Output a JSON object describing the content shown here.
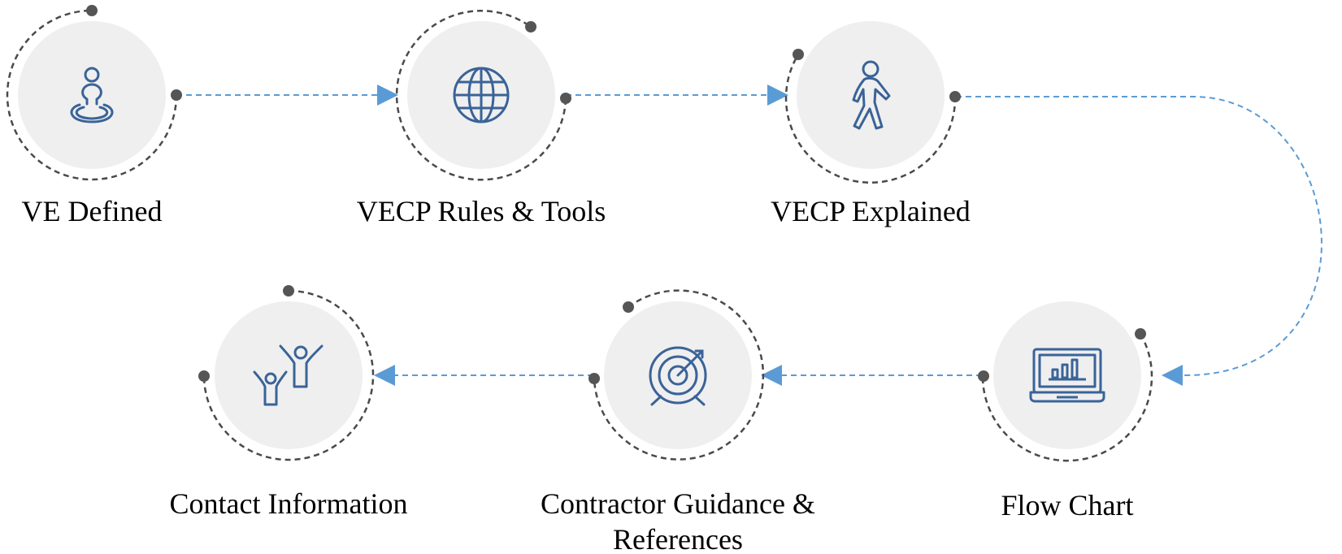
{
  "diagram": {
    "colors": {
      "circle_fill": "#efefef",
      "ring_stroke": "#4a4a4a",
      "node_dot": "#555555",
      "connector": "#5b9bd5",
      "icon_stroke": "#3a6398"
    },
    "steps": [
      {
        "id": "ve-defined",
        "label": "VE Defined",
        "label_lines": [
          "VE Defined"
        ],
        "icon": "person-pin-icon"
      },
      {
        "id": "vecp-rules-tools",
        "label": "VECP Rules & Tools",
        "label_lines": [
          "VECP Rules & Tools"
        ],
        "icon": "globe-icon"
      },
      {
        "id": "vecp-explained",
        "label": "VECP Explained",
        "label_lines": [
          "VECP Explained"
        ],
        "icon": "walking-person-icon"
      },
      {
        "id": "flow-chart",
        "label": "Flow Chart",
        "label_lines": [
          "Flow Chart"
        ],
        "icon": "laptop-chart-icon"
      },
      {
        "id": "contractor-guidance",
        "label": "Contractor Guidance & References",
        "label_lines": [
          "Contractor Guidance &",
          "References"
        ],
        "icon": "target-icon"
      },
      {
        "id": "contact-information",
        "label": "Contact Information",
        "label_lines": [
          "Contact Information"
        ],
        "icon": "people-cheering-icon"
      }
    ],
    "connections": [
      {
        "from": "ve-defined",
        "to": "vecp-rules-tools"
      },
      {
        "from": "vecp-rules-tools",
        "to": "vecp-explained"
      },
      {
        "from": "vecp-explained",
        "to": "flow-chart"
      },
      {
        "from": "flow-chart",
        "to": "contractor-guidance"
      },
      {
        "from": "contractor-guidance",
        "to": "contact-information"
      }
    ]
  }
}
